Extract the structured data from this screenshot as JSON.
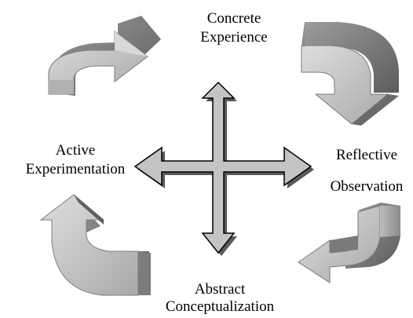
{
  "stages": {
    "top": {
      "line1": "Concrete",
      "line2": "Experience"
    },
    "right": {
      "line1": "Reflective",
      "line2": "Observation"
    },
    "bottom": {
      "line1": "Abstract",
      "line2": "Conceptualization"
    },
    "left": {
      "line1": "Active",
      "line2": "Experimentation"
    }
  },
  "colors": {
    "arrow_front_light": "#c8c8c8",
    "arrow_front_dark": "#9a9a9a",
    "arrow_top": "#6e6e6e",
    "cross_fill": "#c4c4c4",
    "cross_outline": "#000000",
    "shadow": "#555555"
  }
}
